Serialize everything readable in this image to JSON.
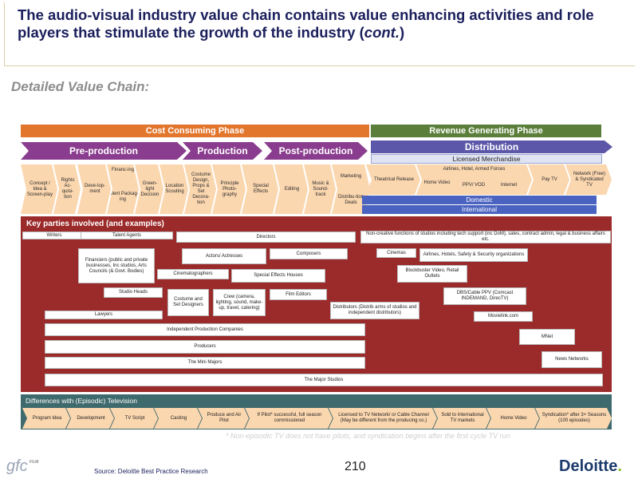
{
  "slide": {
    "title": "The audio-visual industry value chain contains value enhancing activities and role players that stimulate the growth of the industry (",
    "title_italic": "cont.",
    "title_end": ")",
    "subtitle": "Detailed Value Chain:"
  },
  "phases": {
    "cost": "Cost Consuming Phase",
    "revenue": "Revenue Generating Phase"
  },
  "stages": {
    "pre": "Pre-production",
    "production": "Production",
    "post": "Post-production",
    "distribution": "Distribution",
    "licensed": "Licensed Merchandise"
  },
  "chain": {
    "concept": "Concept / Idea & Screen-play",
    "rights": "Rights Ac-quisi-tion",
    "development": "Deve-lop-ment",
    "financing": "Financ-ing",
    "talent": "Talent Packag-ing",
    "greenlight": "Green-light Decision",
    "location": "Location Scouting",
    "costume": "Costume Design, Props & Set Decora-tion",
    "principle": "Principle Photo-graphy",
    "special": "Special Effects",
    "editing": "Editing",
    "music": "Music & Sound-track",
    "marketing": "Marketing",
    "distribution_deals": "Distribu-tion Deals",
    "theatrical": "Theatrical Release",
    "airlines": "Airlines, Hotel, Armed Forces",
    "home_video": "Home Video",
    "ppv": "PPV/ VOD",
    "internet": "Internet",
    "paytv": "Pay TV",
    "network": "Network (Free) & Syndicated TV",
    "domestic": "Domestic",
    "international": "International"
  },
  "key_parties": {
    "title": "Key parties involved (and examples)",
    "writers": "Writers",
    "talent_agents": "Talent Agents",
    "directors": "Directors",
    "non_creative": "Non-creative functions of studios including tech support (inc DoM), sales, contract admin, legal & business affairs etc.",
    "financiers": "Financiers (public and private businesses, Inc studios, Arts Councils (& Govt. Bodies)",
    "actors": "Actors/ Actresses",
    "composers": "Composers",
    "cinemas": "Cinemas",
    "airlines_hotels": "Airlines, Hotels, Safety & Security organizations",
    "cinematographers": "Cinematographers",
    "sfx_houses": "Special Effects Houses",
    "blockbuster": "Blockbuster Video, Retail Outlets",
    "studio_heads": "Studio Heads",
    "costume_designers": "Costume and Set Designers",
    "crew": "Crew (camera, lighting, sound, make-up, travel, catering)",
    "film_editors": "Film Editors",
    "dbs": "DBS/Cable PPV (Comcast INDEMAND, DirecTV)",
    "lawyers": "Lawyers",
    "distributors": "Distributors (Distrib arms of studios and independent distributors)",
    "movielink": "Movielink.com",
    "indie": "Independent Production Companies",
    "mnet": "MNet",
    "producers": "Producers",
    "mini_majors": "The Mini Majors",
    "news_networks": "News Networks",
    "major_studios": "The Major Studios"
  },
  "differences": {
    "title": "Differences with (Episodic) Television",
    "steps": [
      "Program Idea",
      "Development",
      "TV Script",
      "Casting",
      "Produce and Air Pilot",
      "If Pilot* successful, full season commissioned",
      "Licensed to TV Network/ or Cable Channel (May be different from the producing co.)",
      "Sold to International TV markets",
      "Home Video",
      "Syndication* after 3+ Seasons (100 episodes)"
    ]
  },
  "footer": {
    "footnote": "* Non-episodic TV does not have pilots, and syndication begins after the first cycle TV run",
    "source": "Source: Deloitte Best Practice Research",
    "page_number": "210",
    "gfc_logo": "gfc",
    "film_logo": "FILM",
    "deloitte_logo": "Deloitte",
    "deloitte_dot": "."
  },
  "colors": {
    "title": "#1b1f5c",
    "cost_bar": "#e2762c",
    "revenue_bar": "#5b7f3a",
    "stage_arrow": "#8a3d8e",
    "distribution_arrow": "#5c57a8",
    "chevron": "#fbd7b0",
    "panel": "#9b2a2a",
    "diff_panel": "#3f6a6d",
    "blue_bar": "#4a63c0"
  }
}
